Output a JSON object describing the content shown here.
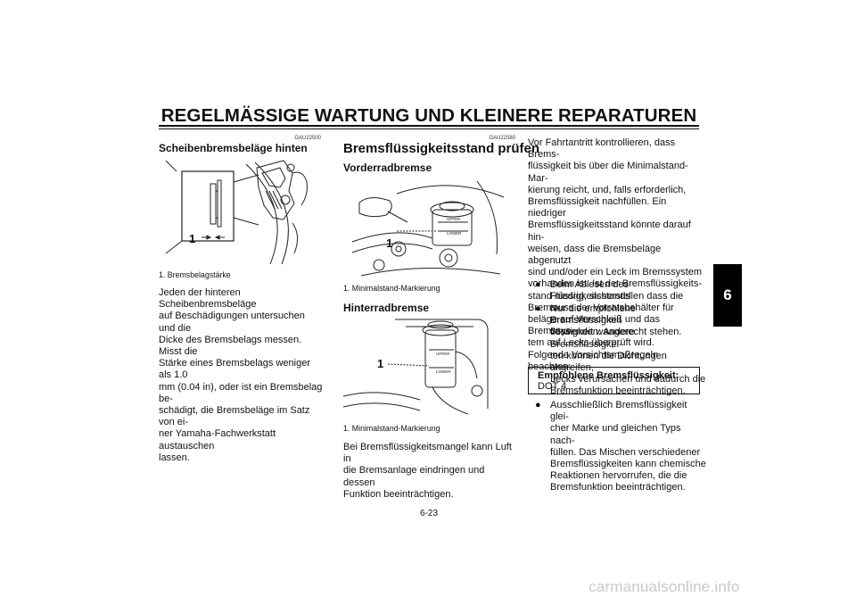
{
  "page": {
    "title": "REGELMÄSSIGE WARTUNG UND KLEINERE REPARATUREN",
    "page_number": "6-23",
    "side_tab": "6",
    "watermark": "carmanualsonline.info"
  },
  "col1": {
    "code": "GAU22500",
    "heading": "Scheibenbremsbeläge hinten",
    "figure_callout": "1",
    "caption": "1.  Bremsbelagstärke",
    "lines": [
      "Jeden der hinteren Scheibenbremsbeläge",
      "auf Beschädigungen untersuchen und die",
      "Dicke des Bremsbelags messen. Misst die",
      "Stärke eines Bremsbelags weniger als 1.0",
      "mm (0.04 in), oder ist ein Bremsbelag be-",
      "schädigt, die Bremsbeläge im Satz von ei-",
      "ner Yamaha-Fachwerkstatt austauschen",
      "lassen."
    ]
  },
  "col2": {
    "code": "GAU22580",
    "heading": "Bremsflüssigkeitsstand prüfen",
    "sub1": "Vorderradbremse",
    "fig1_callout": "1",
    "fig1_upper": "UPPER",
    "fig1_lower": "LOWER",
    "caption1": "1.  Minimalstand-Markierung",
    "sub2": "Hinterradbremse",
    "fig2_callout": "1",
    "fig2_upper": "UPPER",
    "fig2_lower": "LOWER",
    "caption2": "1.  Minimalstand-Markierung",
    "lines": [
      "Bei Bremsflüssigkeitsmangel kann Luft in",
      "die Bremsanlage eindringen und dessen",
      "Funktion beeinträchtigen."
    ]
  },
  "col3": {
    "lines": [
      "Vor Fahrtantritt kontrollieren, dass Brems-",
      "flüssigkeit bis über die Minimalstand-Mar-",
      "kierung reicht, und, falls erforderlich,",
      "Bremsflüssigkeit nachfüllen. Ein niedriger",
      "Bremsflüssigkeitsstand könnte darauf hin-",
      "weisen, dass die Bremsbeläge abgenutzt",
      "sind und/oder ein Leck im Bremssystem",
      "vorhanden ist. Ist der Bremsflüssigkeits-",
      "stand niedrig, sicherstellen dass die Brems-",
      "beläge auf Verschleiß und das Bremssys-",
      "tem auf Lecks überprüft wird.",
      "Folgende Vorsichtsmaßregeln beachten:"
    ],
    "bullets": [
      {
        "symbol": "●",
        "lines": [
          "Beim Ablesen des Flüssigkeitsstands",
          "muss der Vorratsbehälter für Brems-",
          "flüssigkeit waagerecht stehen."
        ]
      },
      {
        "symbol": "●",
        "lines": [
          "Nur die empfohlene Bremsflüssigkeit",
          "verwenden. Andere Bremsflüssigkei-",
          "ten können die Dichtungen angreifen,",
          "Lecks verursachen und dadurch die",
          "Bremsfunktion beeinträchtigen."
        ]
      },
      {
        "symbol": "●",
        "lines": [
          "Ausschließlich Bremsflüssigkeit glei-",
          "cher Marke und gleichen Typs nach-",
          "füllen. Das Mischen verschiedener",
          "Bremsflüssigkeiten kann chemische",
          "Reaktionen hervorrufen, die die",
          "Bremsfunktion beeinträchtigen."
        ]
      }
    ],
    "box": {
      "label": "Empfohlene Bremsflüssigkeit:",
      "value": "DOT 4"
    }
  }
}
